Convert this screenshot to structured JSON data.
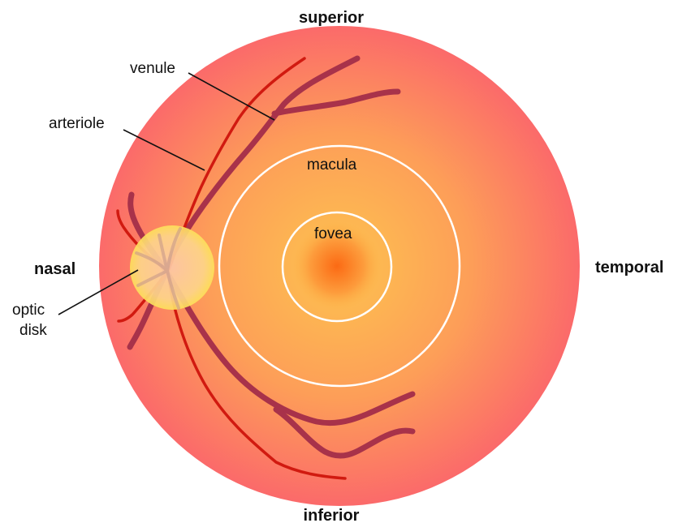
{
  "orientation": {
    "superior": "superior",
    "inferior": "inferior",
    "nasal": "nasal",
    "temporal": "temporal"
  },
  "parts": {
    "venule": "venule",
    "arteriole": "arteriole",
    "macula": "macula",
    "fovea": "fovea",
    "optic_disk_line1": "optic",
    "optic_disk_line2": "disk"
  },
  "colors": {
    "retina_outer": "#fb6a6a",
    "retina_mid": "#fda257",
    "fovea_center": "#fb6a14",
    "optic_disk": "#fde05a",
    "venule": "#a8324a",
    "arteriole": "#d11a10",
    "ring": "#ffffff"
  }
}
